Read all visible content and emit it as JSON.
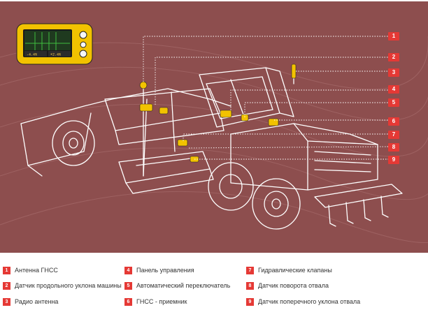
{
  "colors": {
    "background": "#8d4e4e",
    "accent": "#e53935",
    "line": "#ffffff",
    "highlight": "#f2c200"
  },
  "icons": [
    "gnss-antenna-icon",
    "control-panel-icon",
    "grader-outline-icon"
  ],
  "control_panel": {
    "left_readout": "-4.4%",
    "right_readout": "+2.4%"
  },
  "callouts": [
    "1",
    "2",
    "3",
    "4",
    "5",
    "6",
    "7",
    "8",
    "9"
  ],
  "legend": [
    {
      "num": "1",
      "label": "Антенна ГНСС"
    },
    {
      "num": "2",
      "label": "Датчик продольного уклона машины"
    },
    {
      "num": "3",
      "label": "Радио антенна"
    },
    {
      "num": "4",
      "label": "Панель управления"
    },
    {
      "num": "5",
      "label": "Автоматический переключатель"
    },
    {
      "num": "6",
      "label": "ГНСС - приемник"
    },
    {
      "num": "7",
      "label": "Гидравлические клапаны"
    },
    {
      "num": "8",
      "label": "Датчик поворота отвала"
    },
    {
      "num": "9",
      "label": "Датчик поперечного уклона отвала"
    }
  ]
}
